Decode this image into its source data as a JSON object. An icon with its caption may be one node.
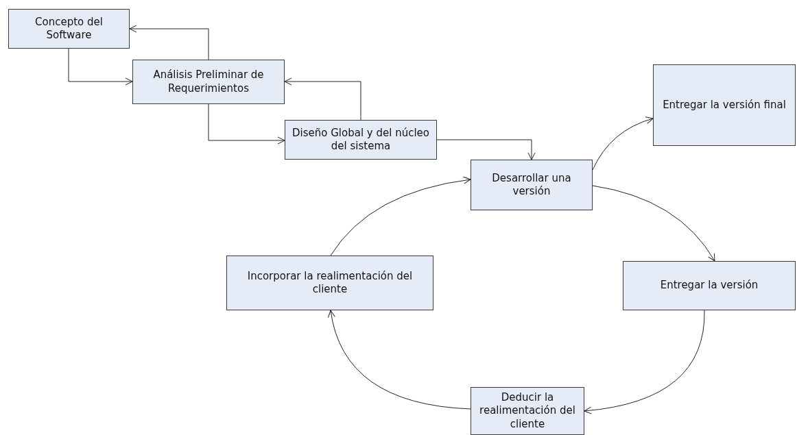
{
  "diagram": {
    "nodes": [
      {
        "text": [
          "Concepto del Software"
        ]
      },
      {
        "text": [
          "Análisis Preliminar de Requerimientos"
        ]
      },
      {
        "text": [
          "Diseño Global y del núcleo del sistema"
        ]
      },
      {
        "text": [
          "Desarrollar una versión"
        ]
      },
      {
        "text": [
          "Entregar la versión final"
        ]
      },
      {
        "text": [
          "Incorporar la realimentación del cliente"
        ]
      },
      {
        "text": [
          "Entregar la versión"
        ]
      },
      {
        "text": [
          "Deducir la realimentación del cliente"
        ]
      }
    ],
    "edges": [
      {
        "from": 0,
        "to": 1,
        "arrow": "to"
      },
      {
        "from": 1,
        "to": 0,
        "arrow": "to"
      },
      {
        "from": 1,
        "to": 2,
        "arrow": "to"
      },
      {
        "from": 2,
        "to": 1,
        "arrow": "to"
      },
      {
        "from": 2,
        "to": 3,
        "arrow": "to"
      },
      {
        "from": 3,
        "to": 4,
        "arrow": "to"
      },
      {
        "from": 3,
        "to": 6,
        "arrow": "to"
      },
      {
        "from": 6,
        "to": 7,
        "arrow": "to"
      },
      {
        "from": 7,
        "to": 5,
        "arrow": "to"
      },
      {
        "from": 5,
        "to": 3,
        "arrow": "to"
      }
    ]
  }
}
